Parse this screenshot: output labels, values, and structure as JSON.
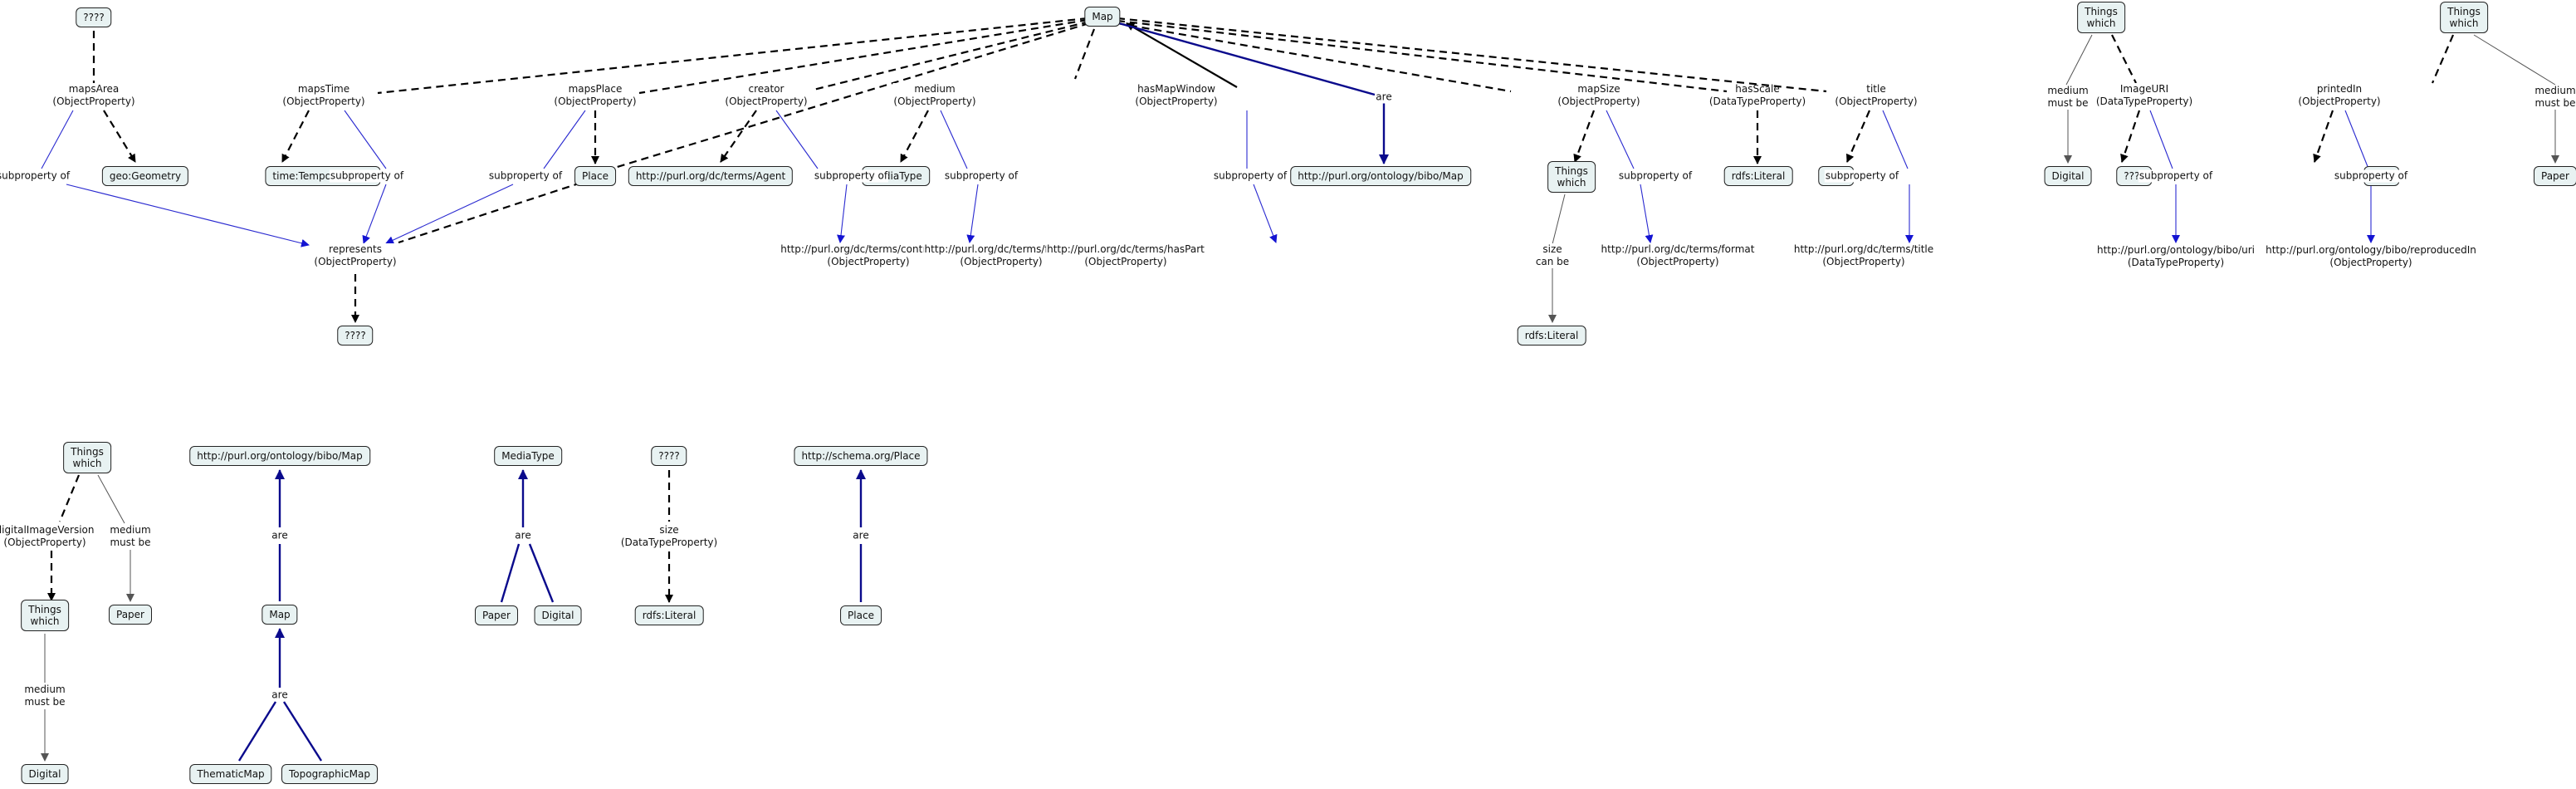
{
  "diagram": {
    "type": "concept-map",
    "colors": {
      "node_fill": "#e8f2f2",
      "node_border": "#222222",
      "property_link": "#000000",
      "subproperty_link": "#2020c0",
      "is_a_link": "#0a0a8c",
      "constraint_link": "#555555"
    },
    "nodes": {
      "unk_mapsArea": "????",
      "geometry": "geo:Geometry",
      "temporal": "time:TemporalEntity",
      "place_top": "Place",
      "agent": "http://purl.org/dc/terms/Agent",
      "mediatype_top": "MediaType",
      "bibo_map_top": "http://purl.org/ontology/bibo/Map",
      "map_root": "Map",
      "things_mapsize": "Things\nwhich",
      "rdfs_literal_scale": "rdfs:Literal",
      "unk_title": "????",
      "unk_represents": "????",
      "rdfs_literal_size": "rdfs:Literal",
      "things_imageuri": "Things\nwhich",
      "digital_imageuri": "Digital",
      "unk_imageuri": "????",
      "things_printedin": "Things\nwhich",
      "unk_printedin": "????",
      "paper_printedin": "Paper",
      "things_digver": "Things\nwhich",
      "things_digver_target": "Things\nwhich",
      "paper_digver": "Paper",
      "digital_digver": "Digital",
      "bibo_map_b": "http://purl.org/ontology/bibo/Map",
      "map_b": "Map",
      "thematic": "ThematicMap",
      "topographic": "TopographicMap",
      "mediatype_b": "MediaType",
      "paper_b": "Paper",
      "digital_b": "Digital",
      "unk_size": "????",
      "rdfs_literal_b": "rdfs:Literal",
      "schema_place": "http://schema.org/Place",
      "place_b": "Place"
    },
    "labels": {
      "mapsArea": "mapsArea\n(ObjectProperty)",
      "mapsTime": "mapsTime\n(ObjectProperty)",
      "mapsPlace": "mapsPlace\n(ObjectProperty)",
      "creator": "creator\n(ObjectProperty)",
      "medium": "medium\n(ObjectProperty)",
      "hasMapWindow": "hasMapWindow\n(ObjectProperty)",
      "are_top": "are",
      "mapSize": "mapSize\n(ObjectProperty)",
      "hasScale": "hasScale\n(DataTypeProperty)",
      "title": "title\n(ObjectProperty)",
      "sub_mapsArea": "subproperty of",
      "sub_mapsTime": "subproperty of",
      "sub_mapsPlace": "subproperty of",
      "sub_creator": "subproperty of",
      "sub_medium": "subproperty of",
      "sub_hasMapWindow": "subproperty of",
      "sub_mapSize": "subproperty of",
      "sub_title": "subproperty of",
      "represents": "represents\n(ObjectProperty)",
      "contributor": "http://purl.org/dc/terms/contributor\n(ObjectProperty)",
      "format_medium": "http://purl.org/dc/terms/format\n(ObjectProperty)",
      "hasPart": "http://purl.org/dc/terms/hasPart\n(ObjectProperty)",
      "format_mapsize": "http://purl.org/dc/terms/format\n(ObjectProperty)",
      "dc_title": "http://purl.org/dc/terms/title\n(ObjectProperty)",
      "size_can_be": "size\ncan be",
      "medium_must_digital": "medium\nmust be",
      "imageURI": "ImageURI\n(DataTypeProperty)",
      "sub_imageURI": "subproperty of",
      "bibo_uri": "http://purl.org/ontology/bibo/uri\n(DataTypeProperty)",
      "printedIn": "printedIn\n(ObjectProperty)",
      "sub_printedIn": "subproperty of",
      "reproducedIn": "http://purl.org/ontology/bibo/reproducedIn\n(ObjectProperty)",
      "medium_must_paper": "medium\nmust be",
      "digitalImageVersion": "digitalImageVersion\n(ObjectProperty)",
      "medium_must_paper_b": "medium\nmust be",
      "medium_must_digital_b": "medium\nmust be",
      "are_bibo": "are",
      "are_maptypes": "are",
      "are_mediatype": "are",
      "size_prop": "size\n(DataTypeProperty)",
      "are_place": "are"
    }
  }
}
